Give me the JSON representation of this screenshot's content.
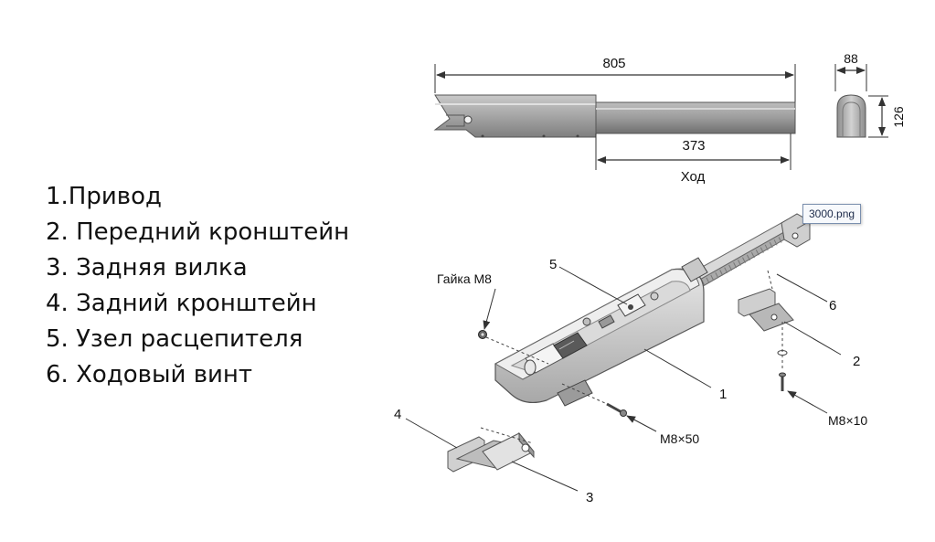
{
  "legend": {
    "items": [
      "1.Привод",
      "2. Передний кронштейн",
      "3. Задняя вилка",
      "4. Задний кронштейн",
      "5. Узел расцепителя",
      "6. Ходовый винт"
    ]
  },
  "dimensions": {
    "overall_length": "805",
    "stroke_length": "373",
    "stroke_label": "Ход",
    "width": "88",
    "height": "126"
  },
  "callouts": {
    "c1": "1",
    "c2": "2",
    "c3": "3",
    "c4": "4",
    "c5": "5",
    "c6": "6"
  },
  "fasteners": {
    "nut": "Гайка M8",
    "bolt_rear": "M8×50",
    "bolt_front": "M8×10"
  },
  "tooltip": "3000.png",
  "colors": {
    "housing": "#d8d8d8",
    "housing_dark": "#9a9a9a",
    "line": "#333333"
  }
}
